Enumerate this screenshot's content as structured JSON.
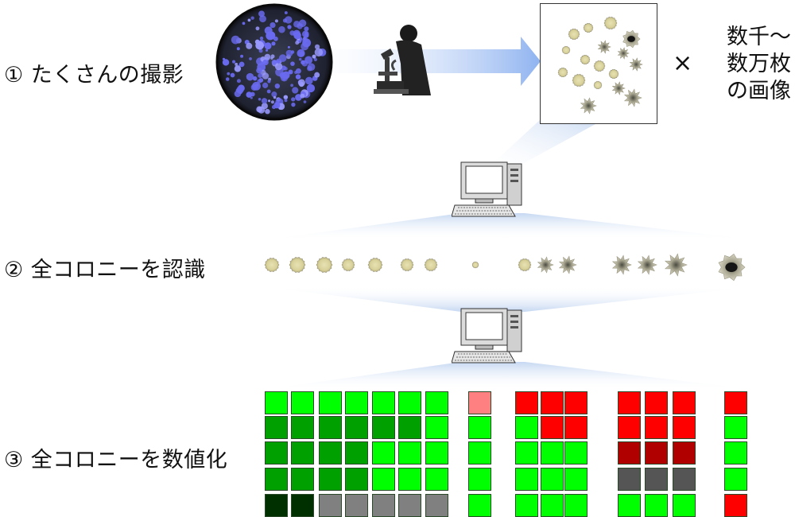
{
  "steps": [
    {
      "label": "① たくさんの撮影"
    },
    {
      "label": "② 全コロニーを認識"
    },
    {
      "label": "③ 全コロニーを数値化"
    }
  ],
  "count_note": {
    "times": "×",
    "line1": "数千～",
    "line2": "数万枚",
    "line3": "の画像"
  },
  "colors": {
    "arrow": "#9fbff0",
    "green_bright": "#00ff00",
    "green_mid": "#00a000",
    "green_dark": "#008000",
    "green_darker": "#003000",
    "gray": "#808080",
    "dark_gray": "#555555",
    "red_bright": "#ff0000",
    "red_pink": "#ff8080",
    "red_dark": "#b00000"
  },
  "grid": {
    "columns": [
      {
        "cells": [
          "green_bright",
          "green_mid",
          "green_mid",
          "green_mid",
          "green_darker"
        ]
      },
      {
        "cells": [
          "green_bright",
          "green_mid",
          "green_mid",
          "green_mid",
          "green_darker"
        ]
      },
      {
        "cells": [
          "green_bright",
          "green_mid",
          "green_mid",
          "green_mid",
          "gray"
        ]
      },
      {
        "cells": [
          "green_bright",
          "green_mid",
          "green_mid",
          "green_mid",
          "gray"
        ]
      },
      {
        "cells": [
          "green_bright",
          "green_mid",
          "green_bright",
          "green_bright",
          "gray"
        ]
      },
      {
        "cells": [
          "green_bright",
          "green_mid",
          "green_bright",
          "green_bright",
          "gray"
        ]
      },
      {
        "cells": [
          "green_bright",
          "green_bright",
          "green_bright",
          "green_bright",
          "gray"
        ]
      },
      {
        "cells": [
          "red_pink",
          "green_bright",
          "green_bright",
          "green_bright",
          "green_bright"
        ]
      },
      {
        "cells": [
          "red_bright",
          "green_bright",
          "green_bright",
          "green_bright",
          "green_bright"
        ]
      },
      {
        "cells": [
          "red_bright",
          "red_bright",
          "green_bright",
          "green_bright",
          "green_bright"
        ]
      },
      {
        "cells": [
          "red_bright",
          "red_bright",
          "green_bright",
          "green_bright",
          "green_bright"
        ]
      },
      {
        "cells": [
          "red_bright",
          "red_bright",
          "red_dark",
          "dark_gray",
          "green_bright"
        ]
      },
      {
        "cells": [
          "red_bright",
          "red_bright",
          "red_dark",
          "dark_gray",
          "green_bright"
        ]
      },
      {
        "cells": [
          "red_bright",
          "red_bright",
          "red_dark",
          "dark_gray",
          "green_bright"
        ]
      },
      {
        "cells": [
          "red_bright",
          "green_bright",
          "green_bright",
          "green_bright",
          "red_bright"
        ]
      }
    ]
  }
}
